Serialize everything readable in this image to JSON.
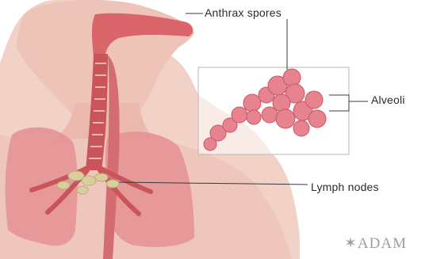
{
  "labels": {
    "anthrax_spores": "Anthrax spores",
    "alveoli": "Alveoli",
    "lymph_nodes": "Lymph nodes"
  },
  "logo": "ADAM",
  "colors": {
    "skin": "#f2d2c6",
    "tissue": "#e9a3a0",
    "lung": "#e58f92",
    "airway": "#c9555a",
    "alveoli": "#e7838f",
    "lymph": "#d8cf9c",
    "leader_line": "#3a3a3a"
  }
}
